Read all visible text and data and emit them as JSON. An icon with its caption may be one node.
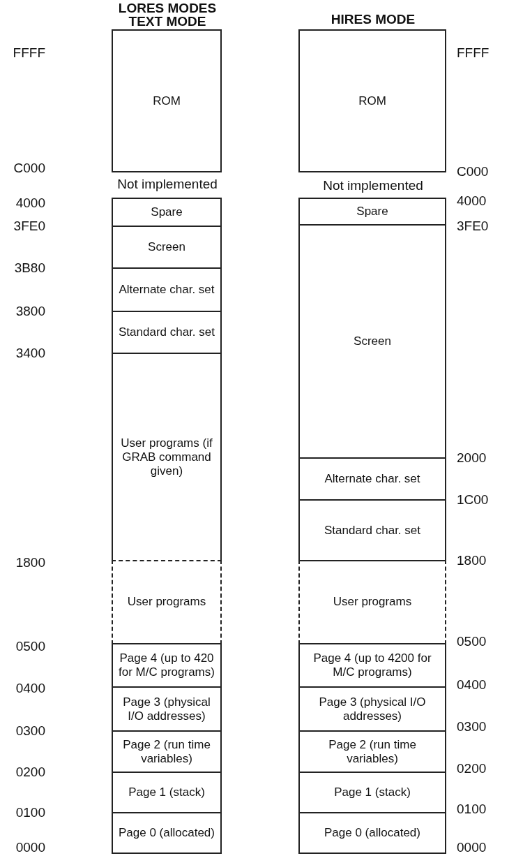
{
  "diagram": {
    "nodes": [
      {
        "text": [
          "ROM"
        ]
      },
      {
        "text": [
          "Spare"
        ]
      },
      {
        "text": [
          "Screen"
        ]
      },
      {
        "text": [
          "Alternate char. set"
        ]
      },
      {
        "text": [
          "Standard char. set"
        ]
      },
      {
        "text": [
          "User programs (if GRAB command given)"
        ]
      },
      {
        "text": [
          "User programs"
        ]
      },
      {
        "text": [
          "Page 4 (up to 420 for M/C programs)"
        ]
      },
      {
        "text": [
          "Page 3 (physical I/O addresses)"
        ]
      },
      {
        "text": [
          "Page 2 (run time variables)"
        ]
      },
      {
        "text": [
          "Page 1 (stack)"
        ]
      },
      {
        "text": [
          "Page 0 (allocated)"
        ]
      },
      {
        "text": [
          "ROM"
        ]
      },
      {
        "text": [
          "Spare"
        ]
      },
      {
        "text": [
          "Screen"
        ]
      },
      {
        "text": [
          "Alternate char. set"
        ]
      },
      {
        "text": [
          "Standard char. set"
        ]
      },
      {
        "text": [
          "User programs"
        ]
      },
      {
        "text": [
          "Page 4 (up to 4200 for M/C programs)"
        ]
      },
      {
        "text": [
          "Page 3 (physical I/O addresses)"
        ]
      },
      {
        "text": [
          "Page 2 (run time variables)"
        ]
      },
      {
        "text": [
          "Page 1 (stack)"
        ]
      },
      {
        "text": [
          "Page 0 (allocated)"
        ]
      }
    ],
    "edges": [],
    "labels": [
      "LORES MODES TEXT MODE",
      "HIRES MODE",
      "FFFF",
      "FFFF",
      "C000",
      "C000",
      "Not implemented",
      "Not implemented",
      "4000",
      "4000",
      "3FE0",
      "3FE0",
      "3B80",
      "3800",
      "3400",
      "2000",
      "1C00",
      "1800",
      "1800",
      "0500",
      "0500",
      "0400",
      "0400",
      "0300",
      "0300",
      "0200",
      "0200",
      "0100",
      "0100",
      "0000",
      "0000"
    ]
  }
}
